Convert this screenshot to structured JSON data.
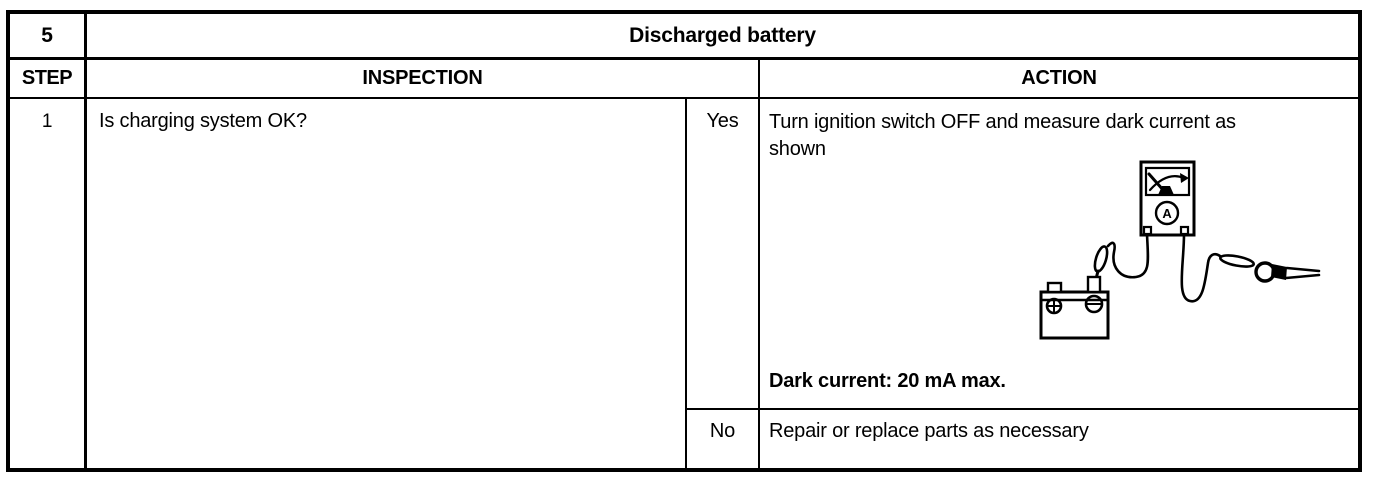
{
  "colors": {
    "ink": "#000000",
    "paper": "#ffffff"
  },
  "table": {
    "step_number": "5",
    "title": "Discharged battery",
    "headers": {
      "step": "STEP",
      "inspection": "INSPECTION",
      "action": "ACTION"
    },
    "row": {
      "step": "1",
      "inspection": "Is charging system OK?",
      "yes": {
        "label": "Yes",
        "action_lines": [
          "Turn ignition switch OFF and measure dark current as",
          "shown"
        ],
        "spec": "Dark current: 20 mA max."
      },
      "no": {
        "label": "No",
        "action": "Repair or replace parts as necessary"
      }
    },
    "illustration": {
      "ammeter_label": "A"
    }
  }
}
